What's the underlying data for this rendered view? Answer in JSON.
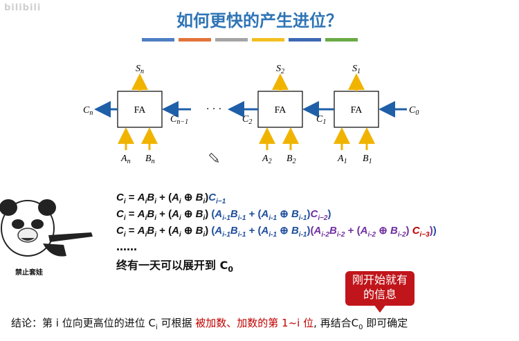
{
  "watermark": "bilibili",
  "title": "如何更快的产生进位？",
  "accent_bars": [
    "#4e7fc4",
    "#e2733a",
    "#a5a5a5",
    "#f2bf20",
    "#3d68b3",
    "#6aab46"
  ],
  "diagram": {
    "fa_label": "FA",
    "stages": [
      {
        "s": "S",
        "s_sub": "n",
        "a": "A",
        "a_sub": "n",
        "b": "B",
        "b_sub": "n"
      },
      {
        "s": "S",
        "s_sub": "2",
        "a": "A",
        "a_sub": "2",
        "b": "B",
        "b_sub": "2"
      },
      {
        "s": "S",
        "s_sub": "1",
        "a": "A",
        "a_sub": "1",
        "b": "B",
        "b_sub": "1"
      }
    ],
    "carries": {
      "cn": "C",
      "cn_sub": "n",
      "cn1": "C",
      "cn1_sub": "n−1",
      "c2": "C",
      "c2_sub": "2",
      "c1": "C",
      "c1_sub": "1",
      "c0": "C",
      "c0_sub": "0"
    },
    "dots": "· · ·"
  },
  "formulas": {
    "l1_lhs": "C",
    "l1_lhs_sub": "i",
    "l1_eq": " = A",
    "l1_a": "i",
    "l1_b": "B",
    "l1_bsub": "i",
    "ellipsis": "……",
    "expand_text": "终有一天可以展开到 C",
    "expand_sub": "0"
  },
  "panda_caption": "禁止套娃",
  "callout": [
    "刚开始就有",
    "的信息"
  ],
  "conclusion": {
    "part1": "结论：第 i 位向更高位的进位 C",
    "sub_i": "i",
    "part2": " 可根据 ",
    "highlight": "被加数、加数的第 1~i 位",
    "part3": ", 再结合C",
    "sub_0": "0",
    "part4": " 即可确定"
  },
  "colors": {
    "title": "#2e74b5",
    "arrow_blue": "#1f5fa8",
    "arrow_yellow": "#f0b400",
    "red": "#c00000",
    "purple": "#7030a0",
    "blue": "#1f4e9c"
  }
}
